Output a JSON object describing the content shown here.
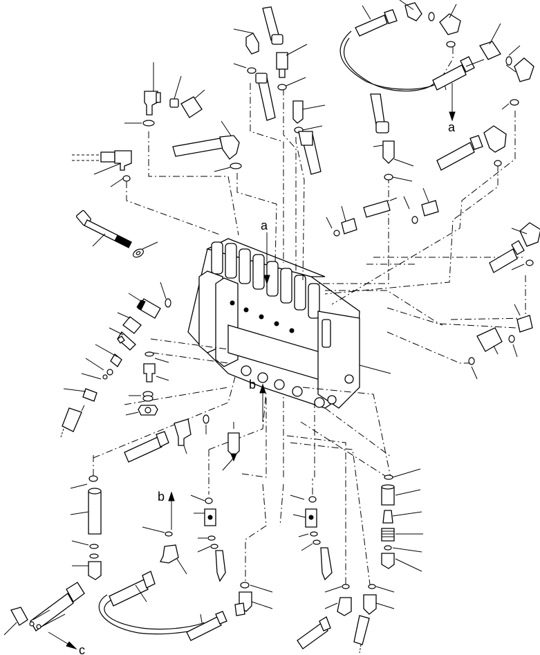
{
  "labels": {
    "a_top": "a",
    "a_right": "a",
    "b_center": "b",
    "b_left": "b",
    "c_bottom": "c"
  }
}
